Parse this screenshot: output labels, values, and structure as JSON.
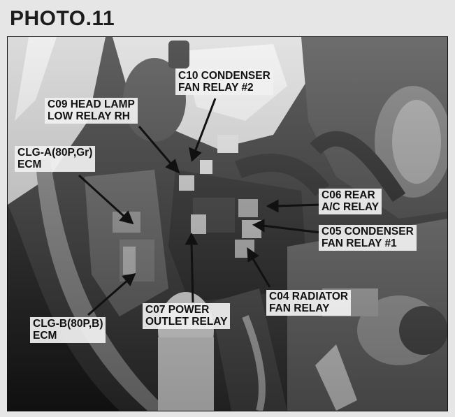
{
  "title": "PHOTO.11",
  "callouts": {
    "c10": {
      "line1": "C10 CONDENSER",
      "line2": "FAN RELAY #2"
    },
    "c09": {
      "line1": "C09 HEAD LAMP",
      "line2": "LOW RELAY RH"
    },
    "clg_a": {
      "line1": "CLG-A(80P,Gr)",
      "line2": "ECM"
    },
    "c06": {
      "line1": "C06 REAR",
      "line2": "A/C RELAY"
    },
    "c05": {
      "line1": "C05 CONDENSER",
      "line2": "FAN RELAY #1"
    },
    "c04": {
      "line1": "C04 RADIATOR",
      "line2": "FAN RELAY"
    },
    "c07": {
      "line1": "C07 POWER",
      "line2": "OUTLET RELAY"
    },
    "clg_b": {
      "line1": "CLG-B(80P,B)",
      "line2": "ECM"
    }
  }
}
